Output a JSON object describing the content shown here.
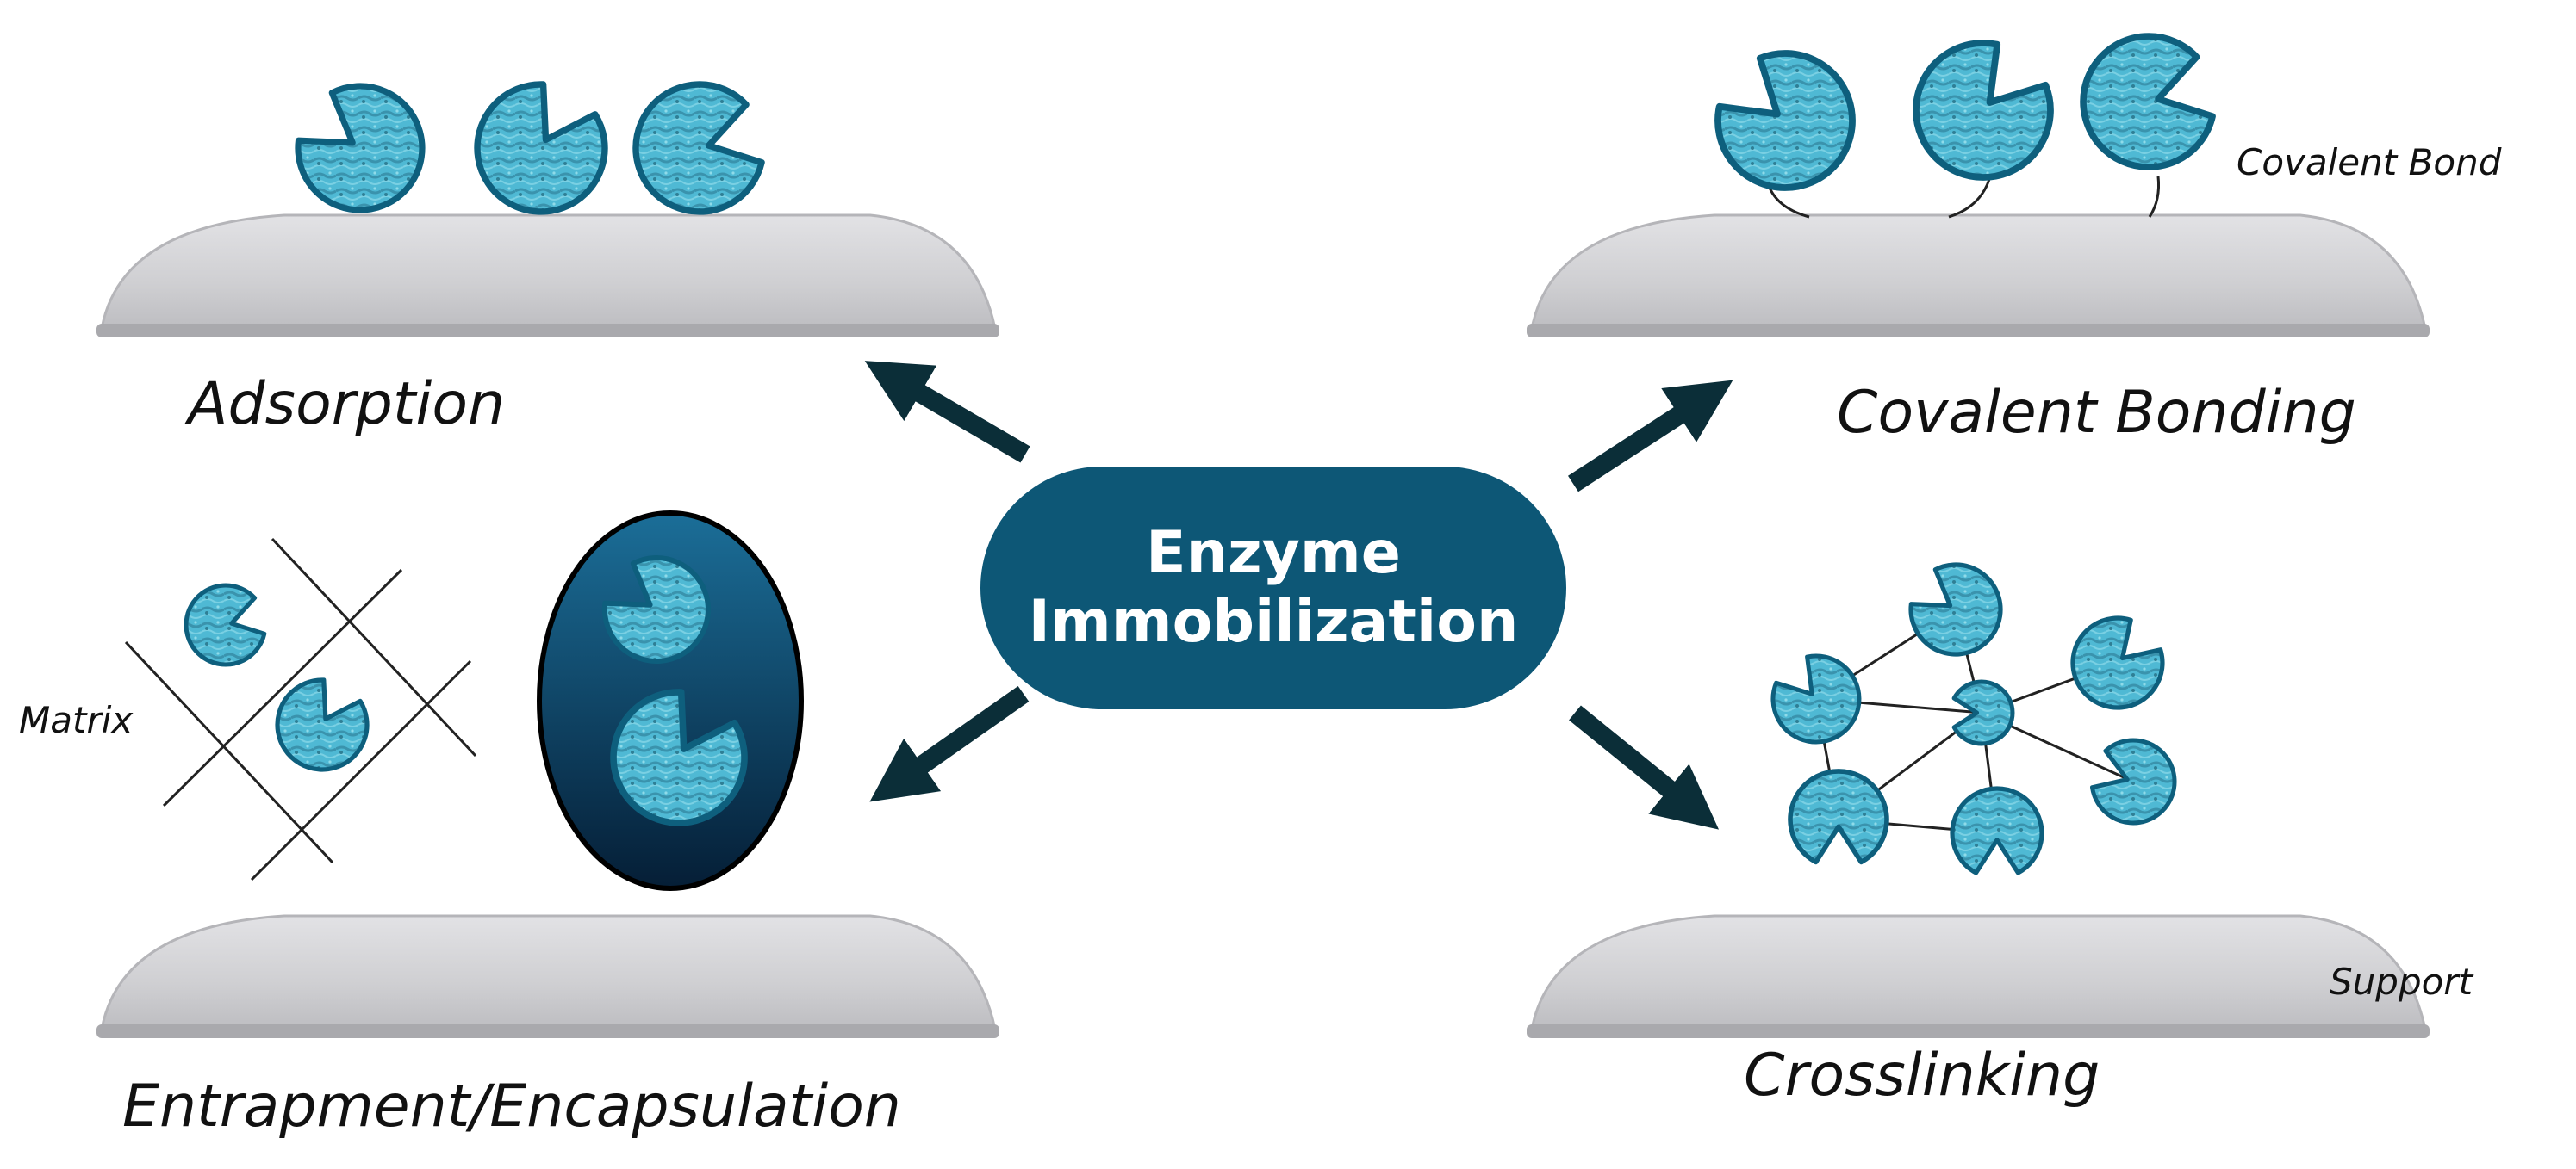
{
  "center": {
    "line1": "Enzyme",
    "line2": "Immobilization"
  },
  "methods": {
    "adsorption": "Adsorption",
    "covalent": "Covalent Bonding",
    "entrapment": "Entrapment/Encapsulation",
    "crosslinking": "Crosslinking"
  },
  "annotations": {
    "covalent_bond": "Covalent Bond",
    "matrix": "Matrix",
    "support": "Support"
  },
  "colors": {
    "node": "#0d5776",
    "arrow": "#0b2e38",
    "enzyme_fill": "#4db8d4",
    "enzyme_outline": "#0e5f7d",
    "support": "#d3d3d6",
    "capsule_top": "#1a6c96",
    "capsule_bottom": "#062340"
  }
}
